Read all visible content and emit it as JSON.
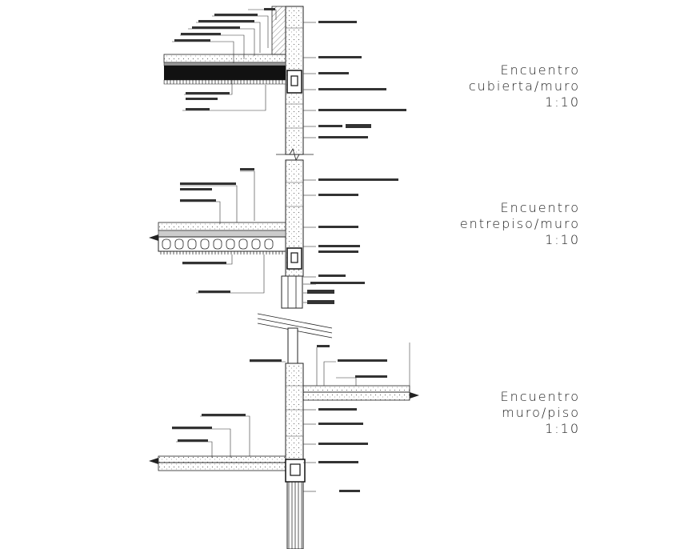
{
  "sheet": {
    "details": [
      {
        "line1": "Encuentro",
        "line2": "cubierta/muro",
        "scale": "1:10"
      },
      {
        "line1": "Encuentro",
        "line2": "entrepiso/muro",
        "scale": "1:10"
      },
      {
        "line1": "Encuentro",
        "line2": "muro/piso",
        "scale": "1:10"
      }
    ]
  },
  "colors": {
    "ink": "#222222",
    "hatch": "#555555",
    "background": "#ffffff"
  }
}
